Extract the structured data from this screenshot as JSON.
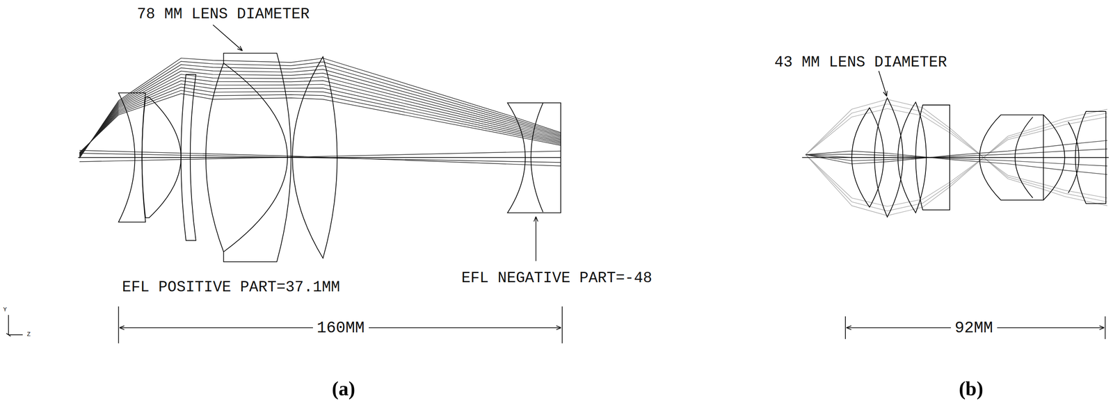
{
  "diagram": {
    "labels": [
      "78 MM LENS DIAMETER",
      "EFL POSITIVE PART=37.1MM",
      "EFL NEGATIVE PART=-48",
      "160MM",
      "(a)",
      "43 MM LENS DIAMETER",
      "92MM",
      "(b)",
      "Y",
      "Z"
    ]
  }
}
